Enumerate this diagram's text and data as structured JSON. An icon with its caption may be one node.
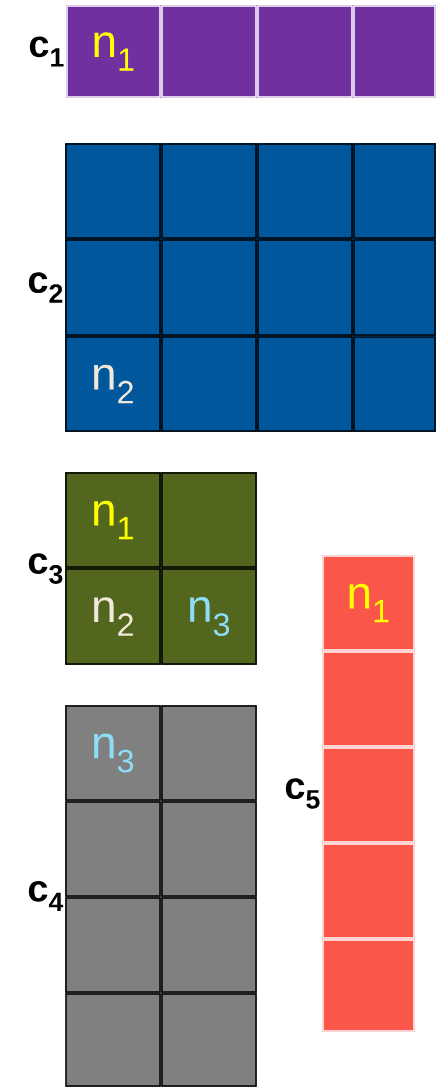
{
  "diagram": {
    "nodes": [
      {
        "text": [
          "c$_{1}$"
        ]
      },
      {
        "text": [
          "n$_{1}$"
        ],
        "in": 0
      },
      {
        "text": [],
        "shape": "box",
        "in": 0
      },
      {
        "text": [],
        "shape": "box",
        "in": 0
      },
      {
        "text": [],
        "shape": "box",
        "in": 0
      },
      {
        "text": [
          "c$_{2}$"
        ]
      },
      {
        "text": [],
        "shape": "box",
        "in": 5
      },
      {
        "text": [],
        "shape": "box",
        "in": 5
      },
      {
        "text": [],
        "shape": "box",
        "in": 5
      },
      {
        "text": [],
        "shape": "box",
        "in": 5
      },
      {
        "text": [],
        "shape": "box",
        "in": 5
      },
      {
        "text": [],
        "shape": "box",
        "in": 5
      },
      {
        "text": [],
        "shape": "box",
        "in": 5
      },
      {
        "text": [],
        "shape": "box",
        "in": 5
      },
      {
        "text": [
          "n$_{2}$"
        ],
        "in": 5
      },
      {
        "text": [],
        "shape": "box",
        "in": 5
      },
      {
        "text": [],
        "shape": "box",
        "in": 5
      },
      {
        "text": [],
        "shape": "box",
        "in": 5
      },
      {
        "text": [
          "c$_{3}$"
        ]
      },
      {
        "text": [
          "n$_{1}$"
        ],
        "in": 18
      },
      {
        "text": [],
        "shape": "box",
        "in": 18
      },
      {
        "text": [
          "n$_{2}$"
        ],
        "in": 18
      },
      {
        "text": [
          "n$_{3}$"
        ],
        "in": 18
      },
      {
        "text": [
          "c$_{4}$"
        ]
      },
      {
        "text": [
          "n$_{3}$"
        ],
        "in": 23
      },
      {
        "text": [],
        "shape": "box",
        "in": 23
      },
      {
        "text": [],
        "shape": "box",
        "in": 23
      },
      {
        "text": [],
        "shape": "box",
        "in": 23
      },
      {
        "text": [],
        "shape": "box",
        "in": 23
      },
      {
        "text": [],
        "shape": "box",
        "in": 23
      },
      {
        "text": [],
        "shape": "box",
        "in": 23
      },
      {
        "text": [],
        "shape": "box",
        "in": 23
      },
      {
        "text": [
          "c$_{5}$"
        ]
      },
      {
        "text": [
          "n$_{1}$"
        ],
        "in": 32
      },
      {
        "text": [],
        "shape": "box",
        "in": 32
      },
      {
        "text": [],
        "shape": "box",
        "in": 32
      },
      {
        "text": [],
        "shape": "box",
        "in": 32
      },
      {
        "text": [],
        "shape": "box",
        "in": 32
      }
    ]
  }
}
